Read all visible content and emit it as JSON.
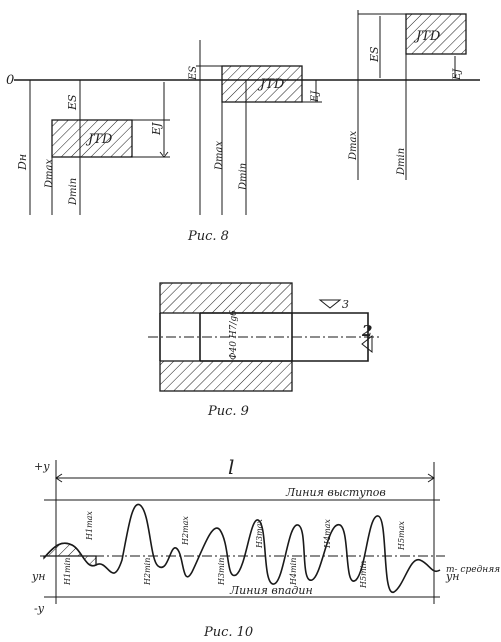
{
  "fig8": {
    "caption": "Рис. 8",
    "zero": "0",
    "d_n": "Dн",
    "es": "ES",
    "ei": "EJ",
    "tol": "JTD",
    "d_max": "Dmax",
    "d_min": "Dmin"
  },
  "fig9": {
    "caption": "Рис. 9",
    "fit": "Ф40 H7/g6",
    "mark_3": "3",
    "mark_2": "2"
  },
  "fig10": {
    "caption": "Рис. 10",
    "length": "l",
    "plus_y": "+y",
    "minus_y": "-y",
    "y_left": "yн",
    "y_right": "yн",
    "peak_line": "Линия выступов",
    "valley_line": "Линия впадин",
    "mean_line": "m- средняя линия",
    "h_labels": [
      "H1max",
      "H1min",
      "H2max",
      "H2min",
      "H3max",
      "H3min",
      "H4max",
      "H4min",
      "H5max",
      "H5min"
    ]
  },
  "colors": {
    "ink": "#1a1a1a",
    "paper": "#ffffff"
  }
}
